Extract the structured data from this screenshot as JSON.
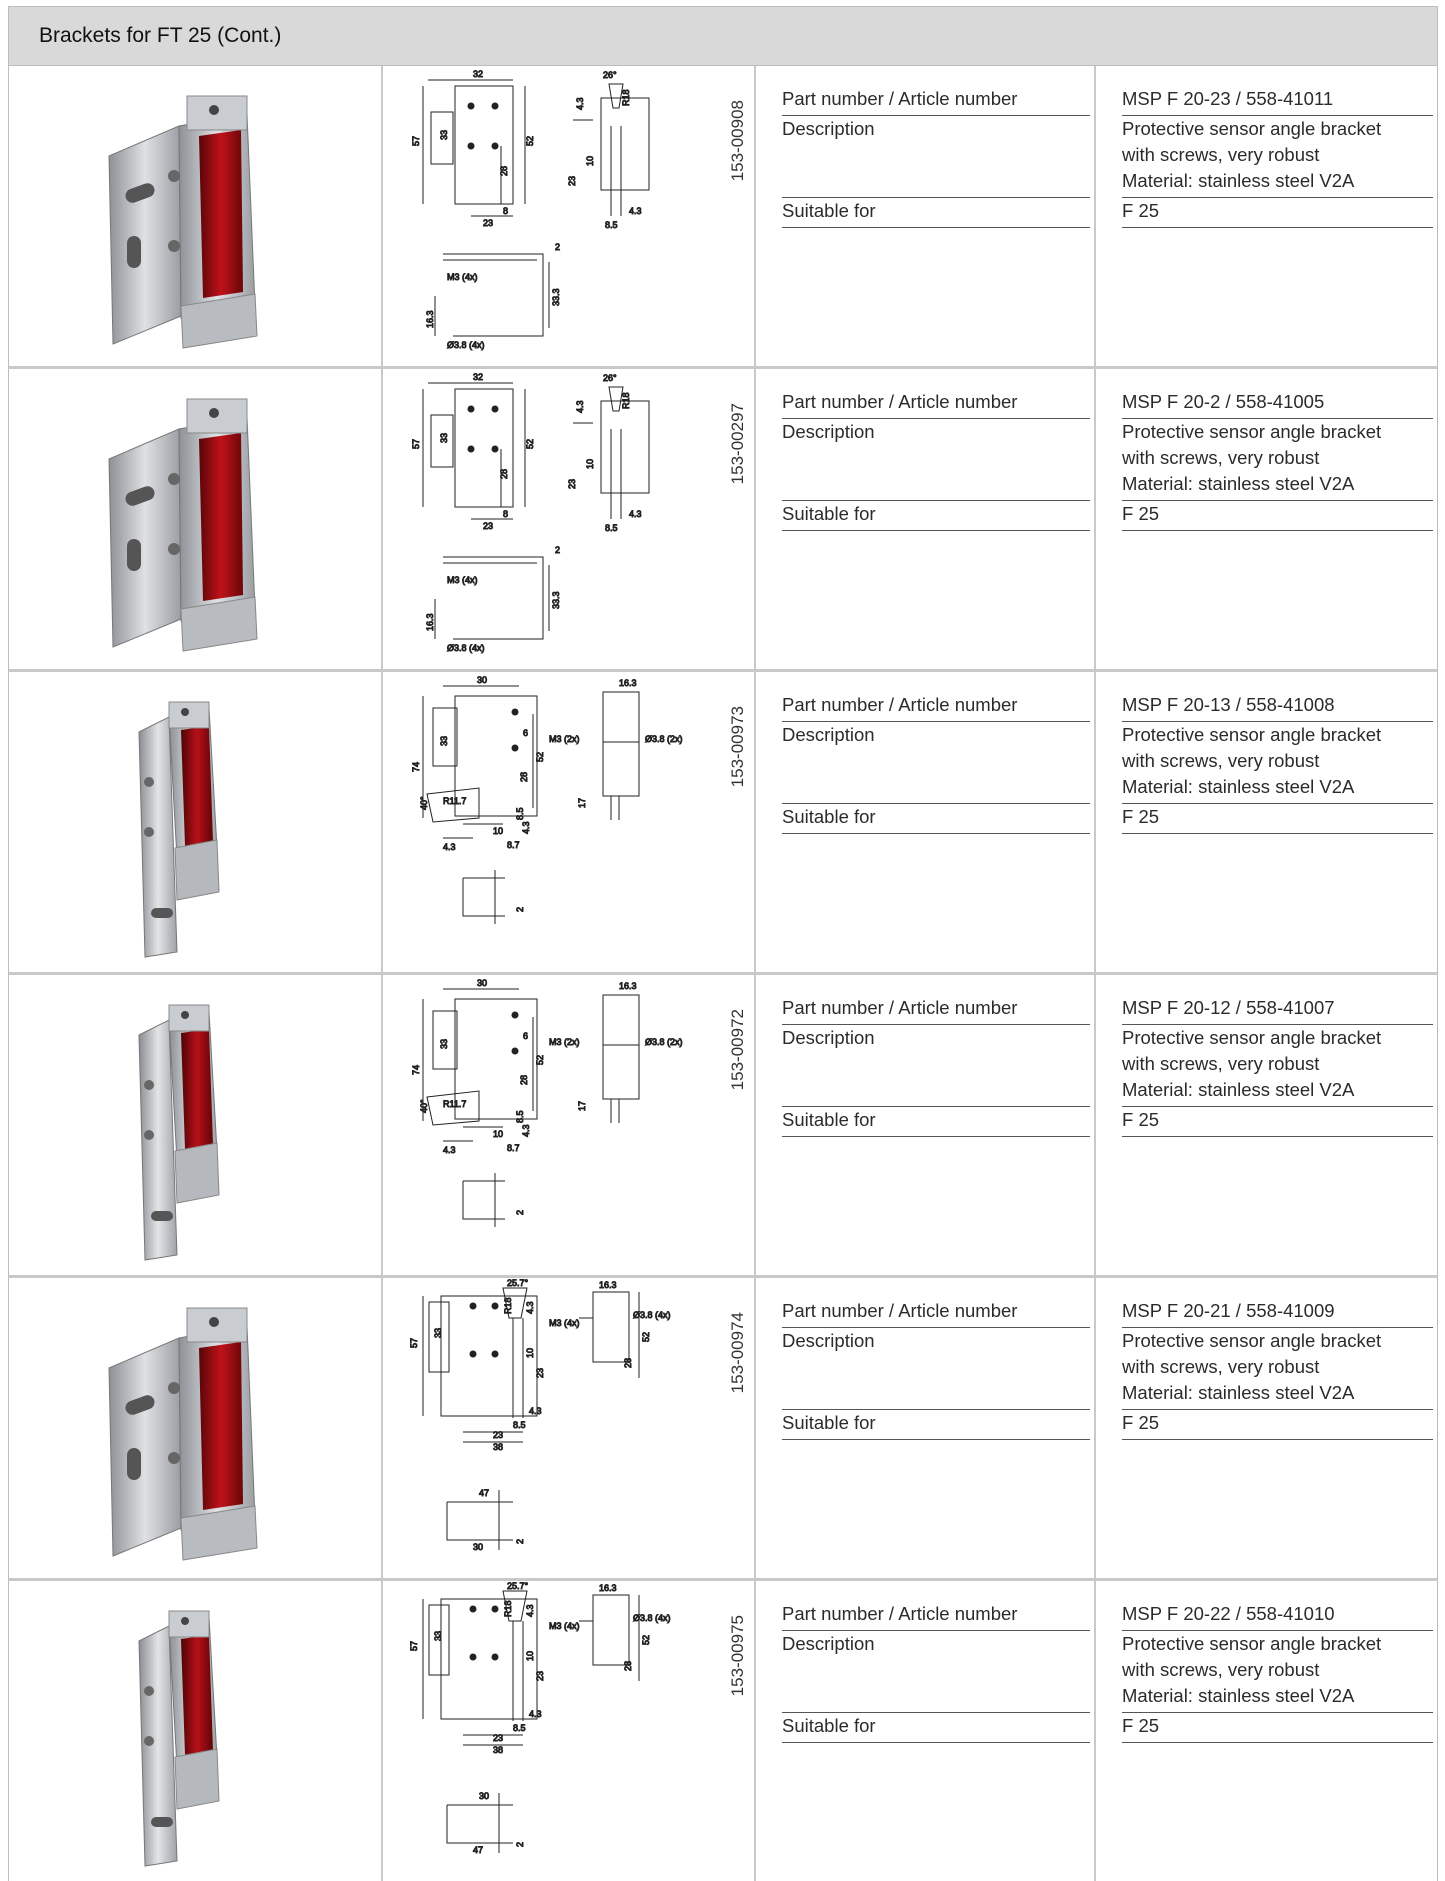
{
  "header": {
    "title": "Brackets for FT 25 (Cont.)"
  },
  "labels": {
    "part": "Part number / Article number",
    "description": "Description",
    "suitable": "Suitable for"
  },
  "rows": [
    {
      "drawing_number": "153-00908",
      "part_value": "MSP F 20-23 / 558-41011",
      "description": [
        "Protective sensor angle bracket",
        "with screws, very robust",
        "Material: stainless steel V2A"
      ],
      "suitable_value": "F 25",
      "dims": {
        "a": "32",
        "b": "57",
        "c": "33",
        "d": "52",
        "e": "28",
        "f": "8",
        "g": "23",
        "angle": "26°",
        "r": "R18",
        "h": "4.3",
        "i": "10",
        "j": "23",
        "k": "4.3",
        "l": "8.5",
        "m": "M3 (4x)",
        "n": "16.3",
        "o": "33.3",
        "p": "Ø3.8 (4x)",
        "q": "2"
      }
    },
    {
      "drawing_number": "153-00297",
      "part_value": "MSP F 20-2 / 558-41005",
      "description": [
        "Protective sensor angle bracket",
        "with screws, very robust",
        "Material: stainless steel V2A"
      ],
      "suitable_value": "F 25",
      "dims": {
        "a": "32",
        "b": "57",
        "c": "33",
        "d": "52",
        "e": "28",
        "f": "8",
        "g": "23",
        "angle": "26°",
        "r": "R18",
        "h": "4.3",
        "i": "10",
        "j": "23",
        "k": "4.3",
        "l": "8.5",
        "m": "M3 (4x)",
        "n": "16.3",
        "o": "33.3",
        "p": "Ø3.8 (4x)",
        "q": "2"
      }
    },
    {
      "drawing_number": "153-00973",
      "part_value": "MSP F 20-13 / 558-41008",
      "description": [
        "Protective sensor angle bracket",
        "with screws, very robust",
        "Material: stainless steel V2A"
      ],
      "suitable_value": "F 25",
      "dims": {
        "a": "30",
        "b": "74",
        "c": "33",
        "d": "52",
        "e": "28",
        "f": "6",
        "g": "40°",
        "angle": "16.3",
        "r": "R11.7",
        "h": "4.3",
        "i": "10",
        "j": "8.5",
        "k": "4.3",
        "l": "8.7",
        "m": "M3 (2x)",
        "n": "Ø3.8 (2x)",
        "o": "17",
        "p": "2",
        "q": ""
      }
    },
    {
      "drawing_number": "153-00972",
      "part_value": "MSP F 20-12 / 558-41007",
      "description": [
        "Protective sensor angle bracket",
        "with screws, very robust",
        "Material: stainless steel V2A"
      ],
      "suitable_value": "F 25",
      "dims": {
        "a": "30",
        "b": "74",
        "c": "33",
        "d": "52",
        "e": "28",
        "f": "6",
        "g": "40°",
        "angle": "16.3",
        "r": "R11.7",
        "h": "4.3",
        "i": "10",
        "j": "8.5",
        "k": "4.3",
        "l": "8.7",
        "m": "M3 (2x)",
        "n": "Ø3.8 (2x)",
        "o": "17",
        "p": "2",
        "q": ""
      }
    },
    {
      "drawing_number": "153-00974",
      "part_value": "MSP F 20-21 / 558-41009",
      "description": [
        "Protective sensor angle bracket",
        "with screws, very robust",
        "Material: stainless steel V2A"
      ],
      "suitable_value": "F 25",
      "dims": {
        "a": "57",
        "b": "33",
        "c": "25.7°",
        "d": "R18",
        "e": "4.3",
        "f": "10",
        "g": "23",
        "angle": "16.3",
        "r": "M3 (4x)",
        "h": "Ø3.8 (4x)",
        "i": "52",
        "j": "28",
        "k": "4.3",
        "l": "8.5",
        "m": "23",
        "n": "38",
        "o": "47",
        "p": "30",
        "q": "2"
      }
    },
    {
      "drawing_number": "153-00975",
      "part_value": "MSP F 20-22 / 558-41010",
      "description": [
        "Protective sensor angle bracket",
        "with screws, very robust",
        "Material: stainless steel V2A"
      ],
      "suitable_value": "F 25",
      "dims": {
        "a": "57",
        "b": "33",
        "c": "25.7°",
        "d": "R18",
        "e": "4.3",
        "f": "10",
        "g": "23",
        "angle": "16.3",
        "r": "M3 (4x)",
        "h": "Ø3.8 (4x)",
        "i": "52",
        "j": "28",
        "k": "4.3",
        "l": "8.5",
        "m": "23",
        "n": "38",
        "o": "30",
        "p": "47",
        "q": "2"
      }
    }
  ]
}
